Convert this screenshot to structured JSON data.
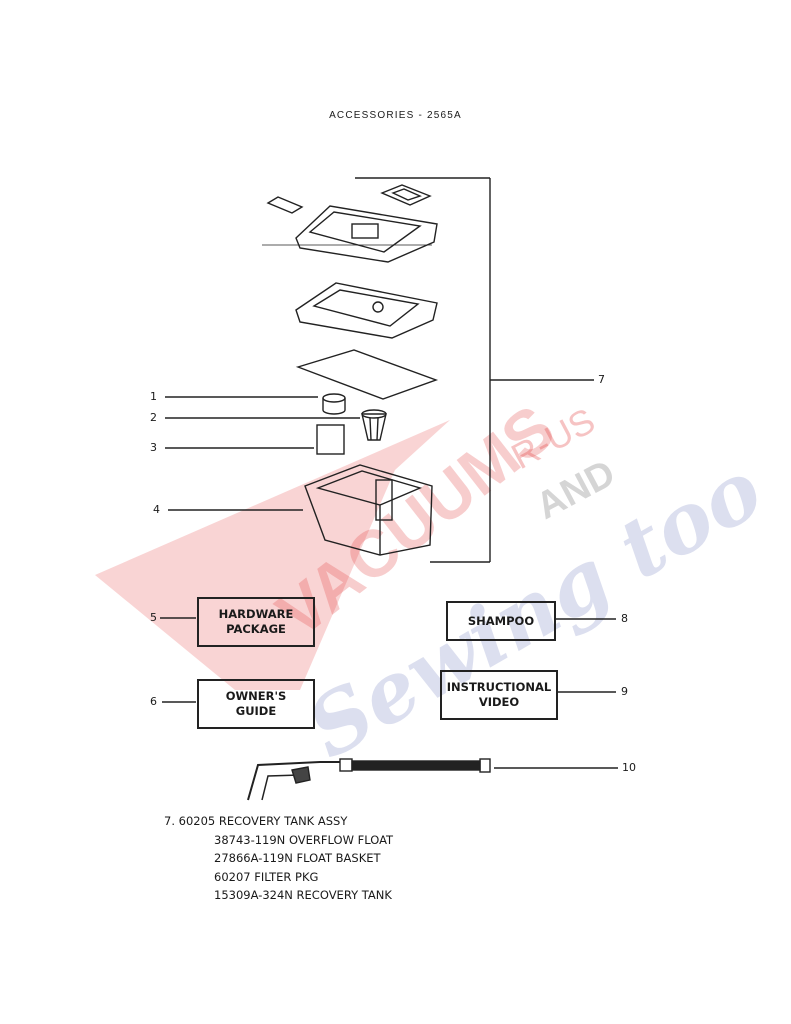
{
  "title": "ACCESSORIES - 2565A",
  "callouts": [
    "1",
    "2",
    "3",
    "4",
    "5",
    "6",
    "7",
    "8",
    "9",
    "10"
  ],
  "boxes": {
    "hardware": [
      "HARDWARE",
      "PACKAGE"
    ],
    "owners": [
      "OWNER'S",
      "GUIDE"
    ],
    "shampoo": [
      "SHAMPOO"
    ],
    "video": [
      "INSTRUCTIONAL",
      "VIDEO"
    ]
  },
  "parts_list": {
    "heading": "7. 60205 RECOVERY TANK ASSY",
    "items": [
      "38743-119N OVERFLOW FLOAT",
      "27866A-119N FLOAT BASKET",
      "60207 FILTER PKG",
      "15309A-324N RECOVERY TANK"
    ]
  },
  "watermark": {
    "word1": "VACUUMS",
    "word2": "R-US",
    "word3": "AND",
    "word4": "Sewing too",
    "colors": {
      "red": "#e23b3b",
      "blue": "#2c3e9e",
      "grey": "#8a8a8a"
    }
  }
}
